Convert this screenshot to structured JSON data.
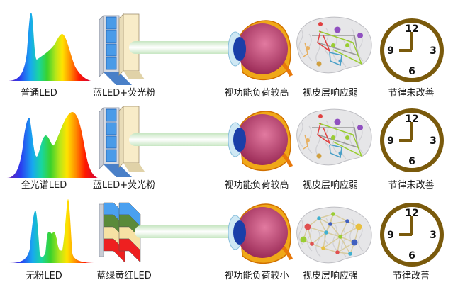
{
  "rows": [
    {
      "spectrum_label": "普通LED",
      "spectrum_type": "ordinary",
      "chip_label": "蓝LED+荧光粉",
      "chip_type": "blue-phosphor",
      "eye_label": "视功能负荷较高",
      "brain_label": "视皮层响应弱",
      "brain_type": "weak",
      "clock_label": "节律未改善"
    },
    {
      "spectrum_label": "全光谱LED",
      "spectrum_type": "full",
      "chip_label": "蓝LED+荧光粉",
      "chip_type": "blue-phosphor",
      "eye_label": "视功能负荷较高",
      "brain_label": "视皮层响应弱",
      "brain_type": "weak",
      "clock_label": "节律未改善"
    },
    {
      "spectrum_label": "无粉LED",
      "spectrum_type": "nophosphor",
      "chip_label": "蓝绿黄红LED",
      "chip_type": "rgby",
      "eye_label": "视功能负荷较小",
      "brain_label": "视皮层响应强",
      "brain_type": "strong",
      "clock_label": "节律改善"
    }
  ],
  "clock": {
    "n12": "12",
    "n3": "3",
    "n6": "6",
    "n9": "9"
  },
  "colors": {
    "clock_ring": "#7a5a0c",
    "beam": "#d9f0d6",
    "phosphor": "#f8ecc8",
    "blue_chip": "#4a9be8",
    "eye_ball": "#b0406a"
  }
}
